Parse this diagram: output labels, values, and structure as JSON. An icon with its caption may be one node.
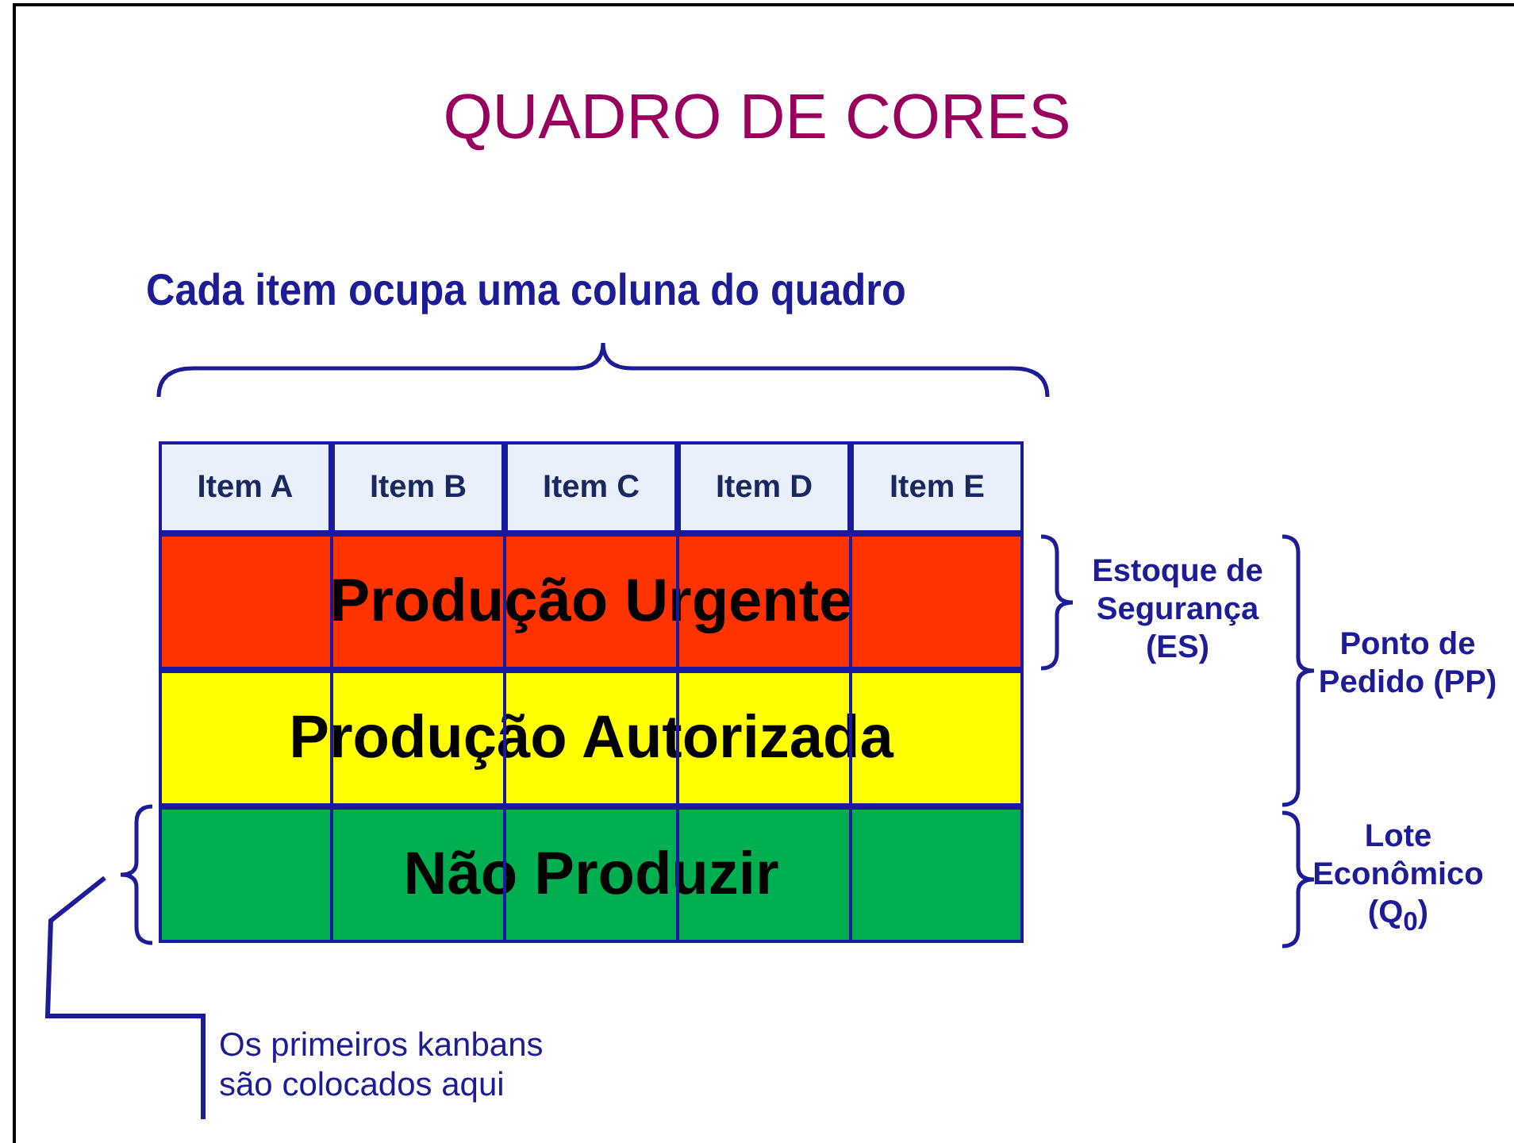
{
  "diagram": {
    "title": "QUADRO DE CORES",
    "nodes": [
      {
        "text": [
          "Item A"
        ]
      },
      {
        "text": [
          "Item B"
        ]
      },
      {
        "text": [
          "Item C"
        ]
      },
      {
        "text": [
          "Item D"
        ]
      },
      {
        "text": [
          "Item E"
        ]
      },
      {
        "text": [
          "Produção Urgente"
        ]
      },
      {
        "text": [
          "Produção Autorizada"
        ]
      },
      {
        "text": [
          "Não Produzir"
        ]
      },
      {
        "text": [
          "Os primeiros kanbans são colocados aqui"
        ]
      }
    ],
    "edges": [
      {
        "from": 8,
        "to": 7,
        "arrow": "none"
      }
    ],
    "labels": [
      "Cada item ocupa uma coluna do quadro",
      "Estoque de Segurança (ES)",
      "Ponto de Pedido (PP)",
      "Lote Econômico (Q$_{0}$)"
    ]
  }
}
